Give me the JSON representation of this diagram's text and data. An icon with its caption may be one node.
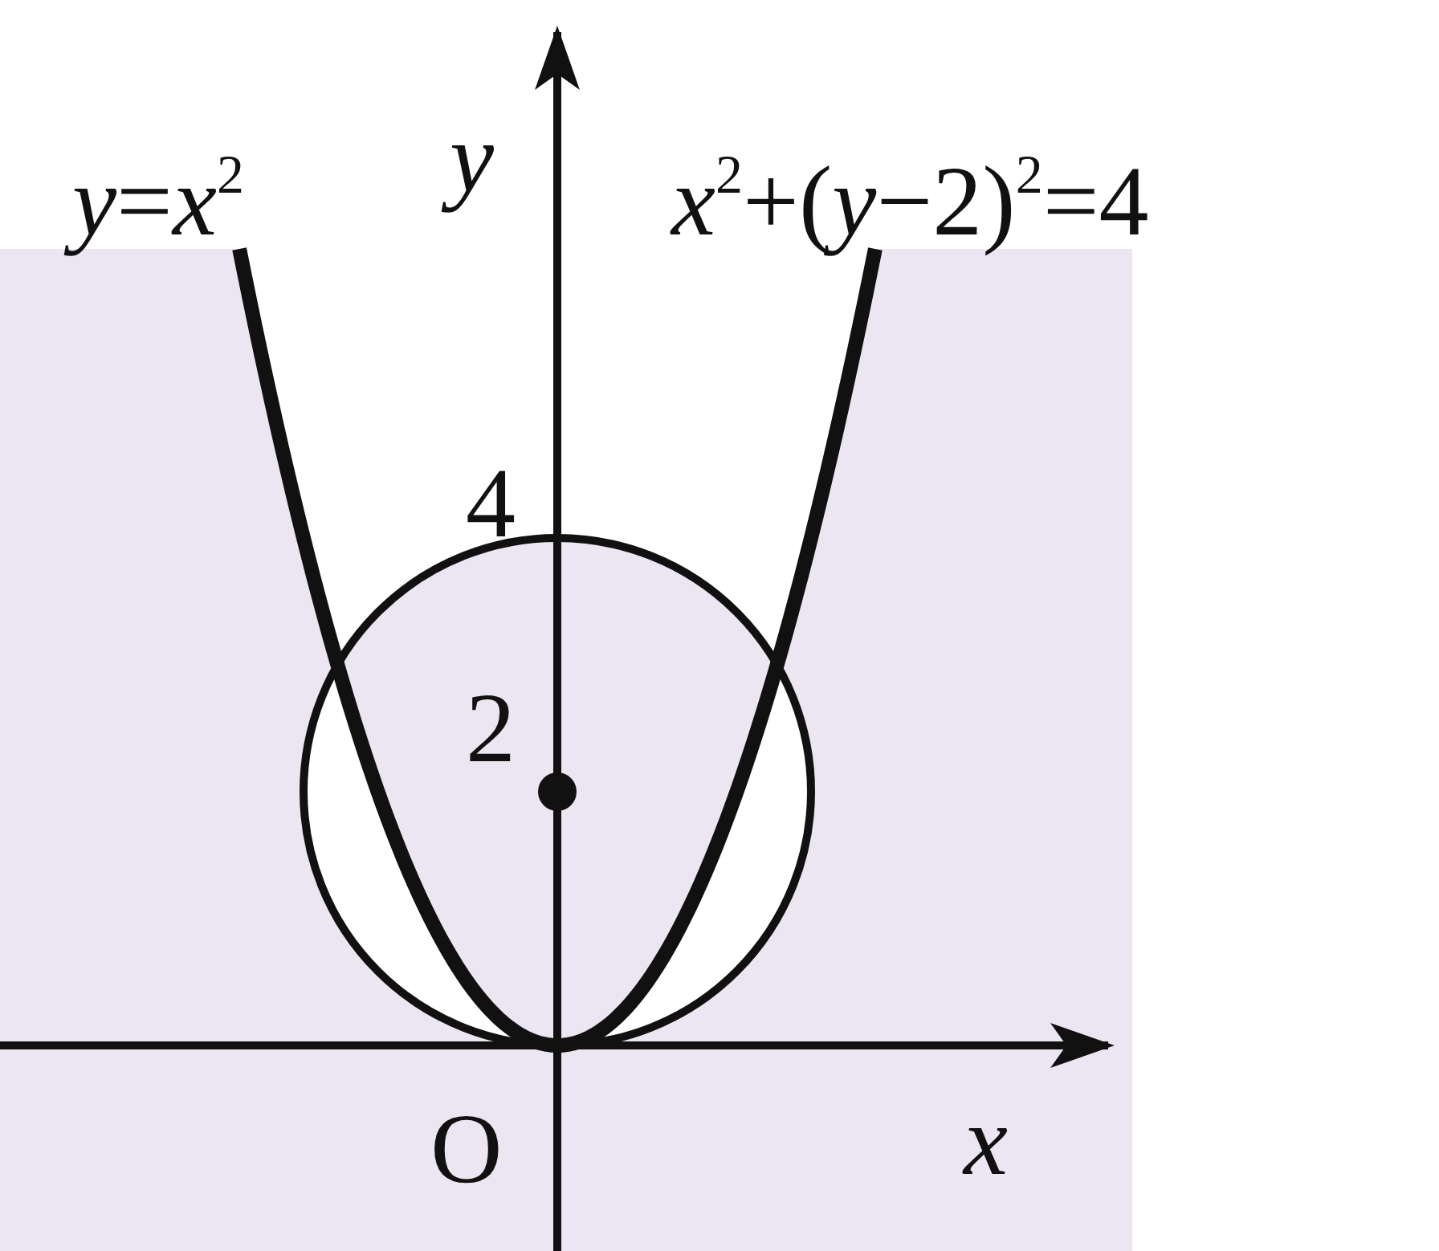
{
  "diagram": {
    "labels": [
      "*y*=*x*$^{2}$",
      "y",
      "*x*$^{2}$+(*y*−2)$^{2}$=4",
      "4",
      "2",
      "O",
      "x"
    ]
  }
}
